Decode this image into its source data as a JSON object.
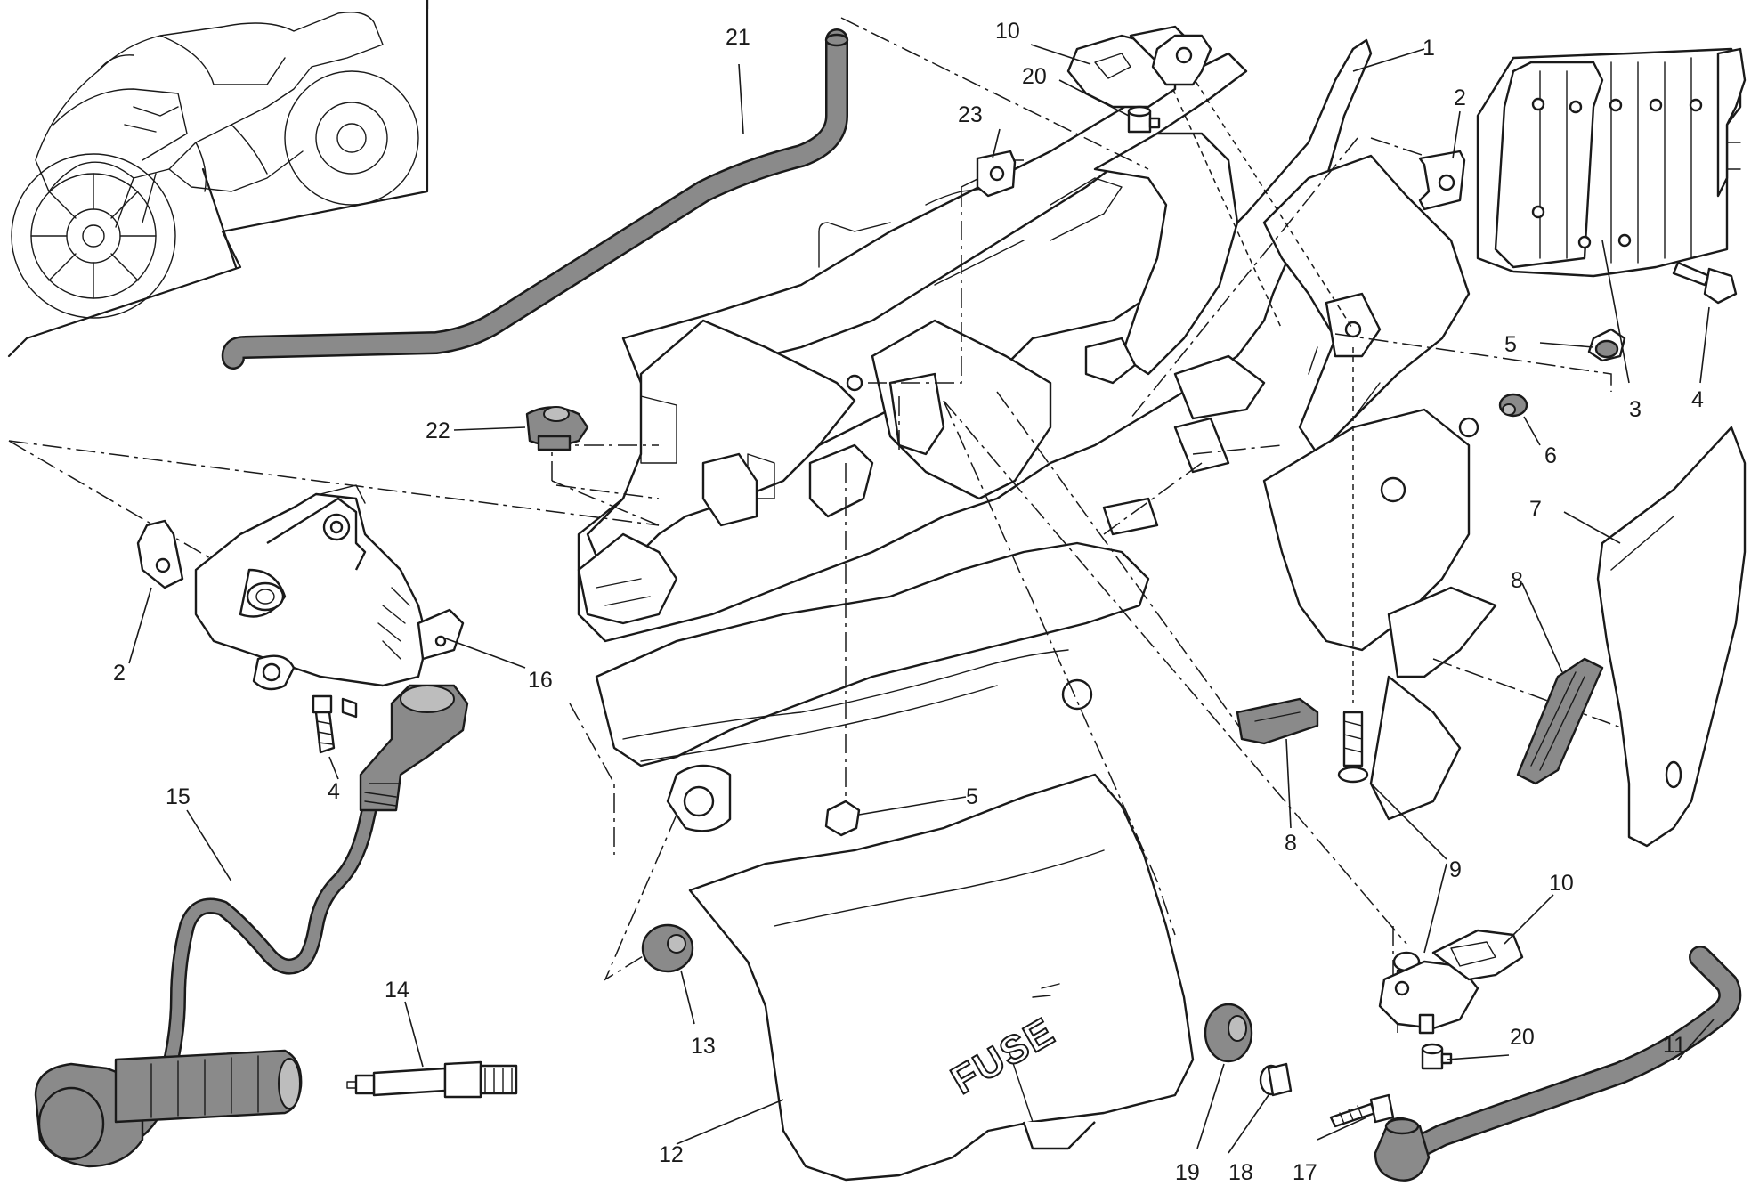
{
  "diagram": {
    "fuse_cover_text": "FUSE",
    "callouts": [
      {
        "id": "c1",
        "text": "1"
      },
      {
        "id": "c2a",
        "text": "2"
      },
      {
        "id": "c2b",
        "text": "2"
      },
      {
        "id": "c3",
        "text": "3"
      },
      {
        "id": "c4a",
        "text": "4"
      },
      {
        "id": "c4b",
        "text": "4"
      },
      {
        "id": "c5a",
        "text": "5"
      },
      {
        "id": "c5b",
        "text": "5"
      },
      {
        "id": "c6",
        "text": "6"
      },
      {
        "id": "c7",
        "text": "7"
      },
      {
        "id": "c8a",
        "text": "8"
      },
      {
        "id": "c8b",
        "text": "8"
      },
      {
        "id": "c9",
        "text": "9"
      },
      {
        "id": "c10a",
        "text": "10"
      },
      {
        "id": "c10b",
        "text": "10"
      },
      {
        "id": "c11",
        "text": "11"
      },
      {
        "id": "c12",
        "text": "12"
      },
      {
        "id": "c13",
        "text": "13"
      },
      {
        "id": "c14",
        "text": "14"
      },
      {
        "id": "c15",
        "text": "15"
      },
      {
        "id": "c16",
        "text": "16"
      },
      {
        "id": "c17",
        "text": "17"
      },
      {
        "id": "c18",
        "text": "18"
      },
      {
        "id": "c19",
        "text": "19"
      },
      {
        "id": "c20a",
        "text": "20"
      },
      {
        "id": "c20b",
        "text": "20"
      },
      {
        "id": "c21",
        "text": "21"
      },
      {
        "id": "c22",
        "text": "22"
      },
      {
        "id": "c23",
        "text": "23"
      }
    ]
  }
}
